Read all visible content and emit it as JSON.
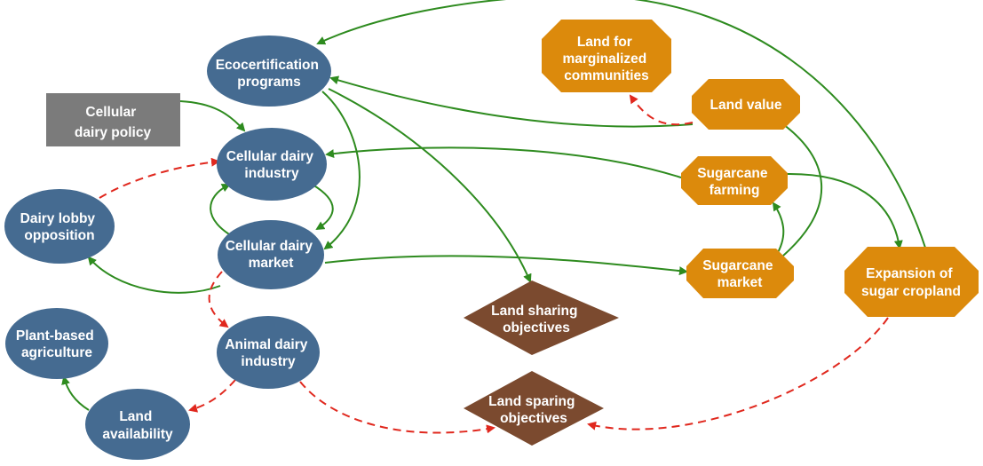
{
  "colors": {
    "ellipse_fill": "#456b91",
    "rect_fill": "#7b7b7b",
    "octagon_fill": "#dc8a0c",
    "diamond_fill": "#7b4a2f",
    "positive_edge": "#2e8b1f",
    "negative_edge": "#e0281e",
    "text": "#ffffff"
  },
  "nodes": {
    "ecocertification": {
      "lines": [
        "Ecocertification",
        "programs"
      ],
      "shape": "ellipse"
    },
    "policy": {
      "lines": [
        "Cellular",
        "dairy policy"
      ],
      "shape": "rectangle"
    },
    "industry": {
      "lines": [
        "Cellular dairy",
        "industry"
      ],
      "shape": "ellipse"
    },
    "lobby": {
      "lines": [
        "Dairy lobby",
        "opposition"
      ],
      "shape": "ellipse"
    },
    "market": {
      "lines": [
        "Cellular dairy",
        "market"
      ],
      "shape": "ellipse"
    },
    "plant": {
      "lines": [
        "Plant-based",
        "agriculture"
      ],
      "shape": "ellipse"
    },
    "animal": {
      "lines": [
        "Animal dairy",
        "industry"
      ],
      "shape": "ellipse"
    },
    "land_avail": {
      "lines": [
        "Land",
        "availability"
      ],
      "shape": "ellipse"
    },
    "sharing": {
      "lines": [
        "Land sharing",
        "objectives"
      ],
      "shape": "diamond"
    },
    "sparing": {
      "lines": [
        "Land sparing",
        "objectives"
      ],
      "shape": "diamond"
    },
    "marginalized": {
      "lines": [
        "Land for",
        "marginalized",
        "communities"
      ],
      "shape": "octagon"
    },
    "land_value": {
      "lines": [
        "Land value"
      ],
      "shape": "octagon"
    },
    "sugar_farming": {
      "lines": [
        "Sugarcane",
        "farming"
      ],
      "shape": "octagon"
    },
    "sugar_market": {
      "lines": [
        "Sugarcane",
        "market"
      ],
      "shape": "octagon"
    },
    "expansion": {
      "lines": [
        "Expansion of",
        "sugar cropland"
      ],
      "shape": "octagon"
    }
  },
  "edges": [
    {
      "from": "policy",
      "to": "industry",
      "type": "positive"
    },
    {
      "from": "ecocertification",
      "to": "market",
      "type": "positive"
    },
    {
      "from": "ecocertification",
      "to": "sharing",
      "type": "positive"
    },
    {
      "from": "industry",
      "to": "market",
      "type": "positive"
    },
    {
      "from": "market",
      "to": "industry",
      "type": "positive"
    },
    {
      "from": "lobby",
      "to": "industry",
      "type": "negative"
    },
    {
      "from": "market",
      "to": "lobby",
      "type": "positive"
    },
    {
      "from": "market",
      "to": "animal",
      "type": "negative"
    },
    {
      "from": "market",
      "to": "sugar_market",
      "type": "positive"
    },
    {
      "from": "animal",
      "to": "land_avail",
      "type": "negative"
    },
    {
      "from": "animal",
      "to": "sparing",
      "type": "negative"
    },
    {
      "from": "land_avail",
      "to": "plant",
      "type": "positive"
    },
    {
      "from": "sugar_farming",
      "to": "industry",
      "type": "positive"
    },
    {
      "from": "sugar_farming",
      "to": "expansion",
      "type": "positive"
    },
    {
      "from": "sugar_market",
      "to": "sugar_farming",
      "type": "positive"
    },
    {
      "from": "sugar_market",
      "to": "land_value",
      "type": "positive"
    },
    {
      "from": "land_value",
      "to": "ecocertification",
      "type": "positive"
    },
    {
      "from": "land_value",
      "to": "marginalized",
      "type": "negative"
    },
    {
      "from": "expansion",
      "to": "ecocertification",
      "type": "positive"
    },
    {
      "from": "expansion",
      "to": "sparing",
      "type": "negative"
    }
  ]
}
